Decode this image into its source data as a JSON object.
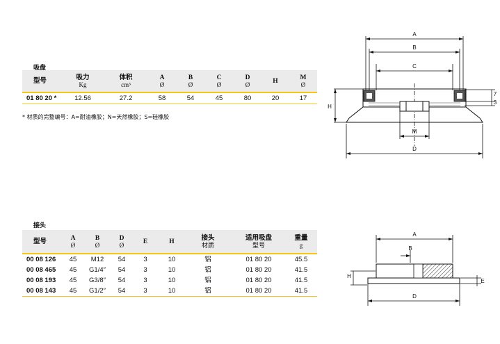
{
  "suction_cup": {
    "title": "吸盘",
    "headers": [
      {
        "main": "型号",
        "unit": ""
      },
      {
        "main": "吸力",
        "unit": "Kg"
      },
      {
        "main": "体积",
        "unit": "cm³"
      },
      {
        "main": "A",
        "unit": "Ø"
      },
      {
        "main": "B",
        "unit": "Ø"
      },
      {
        "main": "C",
        "unit": "Ø"
      },
      {
        "main": "D",
        "unit": "Ø"
      },
      {
        "main": "H",
        "unit": ""
      },
      {
        "main": "M",
        "unit": "Ø"
      }
    ],
    "rows": [
      [
        "01 80 20 *",
        "12.56",
        "27.2",
        "58",
        "54",
        "45",
        "80",
        "20",
        "17"
      ]
    ],
    "footnote": "* 材质的完整编号：A=耐油橡胶；N=天然橡胶；S=硅橡胶"
  },
  "connector": {
    "title": "接头",
    "headers": [
      {
        "main": "型号",
        "unit": ""
      },
      {
        "main": "A",
        "unit": "Ø"
      },
      {
        "main": "B",
        "unit": "Ø"
      },
      {
        "main": "D",
        "unit": "Ø"
      },
      {
        "main": "E",
        "unit": ""
      },
      {
        "main": "H",
        "unit": ""
      },
      {
        "main": "接头",
        "unit": "材质"
      },
      {
        "main": "适用吸盘",
        "unit": "型号"
      },
      {
        "main": "重量",
        "unit": "g"
      }
    ],
    "rows": [
      [
        "00 08 126",
        "45",
        "M12",
        "54",
        "3",
        "10",
        "铝",
        "01 80 20",
        "45.5"
      ],
      [
        "00 08 465",
        "45",
        "G1/4″",
        "54",
        "3",
        "10",
        "铝",
        "01 80 20",
        "41.5"
      ],
      [
        "00 08 193",
        "45",
        "G3/8″",
        "54",
        "3",
        "10",
        "铝",
        "01 80 20",
        "41.5"
      ],
      [
        "00 08 143",
        "45",
        "G1/2″",
        "54",
        "3",
        "10",
        "铝",
        "01 80 20",
        "41.5"
      ]
    ]
  },
  "drawing1": {
    "labels": {
      "A": "A",
      "B": "B",
      "C": "C",
      "D": "D",
      "H": "H",
      "M": "M",
      "dim7": "7",
      "dim3": "3"
    }
  },
  "drawing2": {
    "labels": {
      "A": "A",
      "B": "B",
      "D": "D",
      "H": "H",
      "E": "E"
    }
  },
  "colors": {
    "accent": "#f5c518",
    "header_bg": "#ebebeb",
    "line": "#111111"
  }
}
